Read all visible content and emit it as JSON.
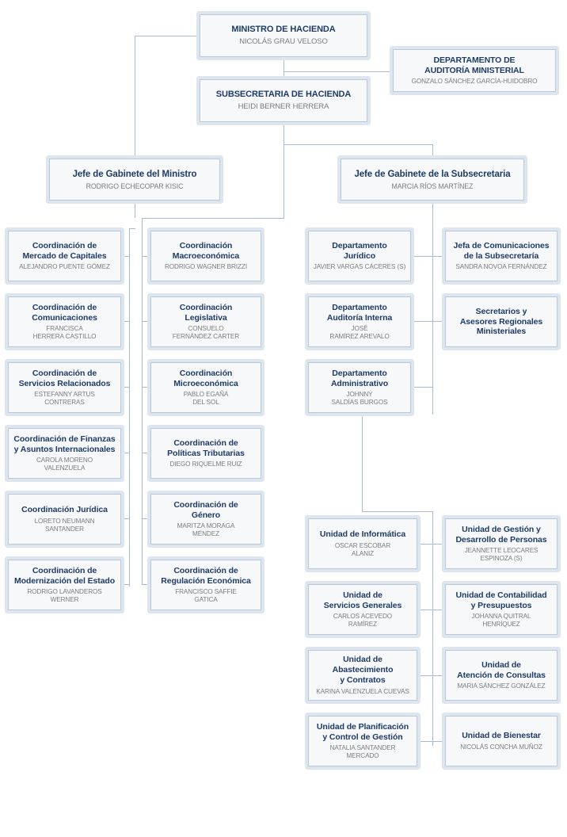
{
  "document": {
    "kind": "organizational-chart",
    "language": "es",
    "colors": {
      "box_fill": "#f7f8fa",
      "box_border": "#b9c7da",
      "box_halo": "#dde5ef",
      "title_text": "#1d3b66",
      "person_text": "#7b7b7b",
      "connector": "#a8bad3",
      "background": "#ffffff"
    }
  },
  "nodes": {
    "ministro": {
      "title": "MINISTRO DE HACIENDA",
      "person": "NICOLÁS GRAU VELOSO"
    },
    "auditoria_ministerial": {
      "title": "DEPARTAMENTO DE AUDITORÍA MINISTERIAL",
      "title_lines": [
        "DEPARTAMENTO DE",
        "AUDITORÍA MINISTERIAL"
      ],
      "person": "GONZALO SÁNCHEZ GARCÍA-HUIDOBRO"
    },
    "subsecretaria": {
      "title": "SUBSECRETARIA DE HACIENDA",
      "person": "HEIDI BERNER HERRERA"
    },
    "gabinete_ministro": {
      "title": "Jefe de Gabinete del Ministro",
      "person": "RODRIGO ECHECOPAR KISIC"
    },
    "gabinete_subsecretaria": {
      "title": "Jefe de Gabinete de la Subsecretaria",
      "person": "MARCIA RÍOS MARTÍNEZ"
    }
  },
  "coordinaciones_col1": [
    {
      "title_lines": [
        "Coordinación de",
        "Mercado de Capitales"
      ],
      "person_lines": [
        "ALEJANDRO PUENTE GÓMEZ"
      ]
    },
    {
      "title_lines": [
        "Coordinación de",
        "Comunicaciones"
      ],
      "person_lines": [
        "FRANCISCA",
        "HERRERA CASTILLO"
      ]
    },
    {
      "title_lines": [
        "Coordinación de",
        "Servicios Relacionados"
      ],
      "person_lines": [
        "ESTEFANNY ARTUS",
        "CONTRERAS"
      ]
    },
    {
      "title_lines": [
        "Coordinación de Finanzas",
        "y Asuntos Internacionales"
      ],
      "person_lines": [
        "CAROLA MORENO",
        "VALENZUELA"
      ]
    },
    {
      "title_lines": [
        "Coordinación Jurídica"
      ],
      "person_lines": [
        "LORETO NEUMANN",
        "SANTANDER"
      ]
    },
    {
      "title_lines": [
        "Coordinación de",
        "Modernización del Estado"
      ],
      "person_lines": [
        "RODRIGO LAVANDEROS",
        "WERNER"
      ]
    }
  ],
  "coordinaciones_col2": [
    {
      "title_lines": [
        "Coordinación",
        "Macroeconómica"
      ],
      "person_lines": [
        "RODRIGO WAGNER BRIZZI"
      ]
    },
    {
      "title_lines": [
        "Coordinación",
        "Legislativa"
      ],
      "person_lines": [
        "CONSUELO",
        "FERNÁNDEZ CARTER"
      ]
    },
    {
      "title_lines": [
        "Coordinación",
        "Microeconómica"
      ],
      "person_lines": [
        "PABLO EGAÑA",
        "DEL SOL"
      ]
    },
    {
      "title_lines": [
        "Coordinación de",
        "Políticas Tributarias"
      ],
      "person_lines": [
        "DIEGO RIQUELME RUIZ"
      ]
    },
    {
      "title_lines": [
        "Coordinación de",
        "Género"
      ],
      "person_lines": [
        "MARITZA MORAGA",
        "MÉNDEZ"
      ]
    },
    {
      "title_lines": [
        "Coordinación de",
        "Regulación Económica"
      ],
      "person_lines": [
        "FRANCISCO SAFFIE",
        "GATICA"
      ]
    }
  ],
  "departamentos": [
    {
      "title_lines": [
        "Departamento",
        "Jurídico"
      ],
      "person_lines": [
        "JAVIER VARGAS CÁCERES (S)"
      ]
    },
    {
      "title_lines": [
        "Departamento",
        "Auditoría Interna"
      ],
      "person_lines": [
        "JOSÉ",
        "RAMÍREZ AREVALO"
      ]
    },
    {
      "title_lines": [
        "Departamento",
        "Administrativo"
      ],
      "person_lines": [
        "JOHNNY",
        "SALDÍAS BURGOS"
      ]
    }
  ],
  "subsecretaria_staff": [
    {
      "title_lines": [
        "Jefa de Comunicaciones",
        "de la Subsecretaría"
      ],
      "person_lines": [
        "SANDRA NOVOA FERNÁNDEZ"
      ]
    },
    {
      "title_lines": [
        "Secretarios y",
        "Asesores Regionales",
        "Ministeriales"
      ],
      "person_lines": []
    }
  ],
  "unidades_col1": [
    {
      "title_lines": [
        "Unidad de Informática"
      ],
      "person_lines": [
        "OSCAR ESCOBAR",
        "ALANIZ"
      ]
    },
    {
      "title_lines": [
        "Unidad de",
        "Servicios Generales"
      ],
      "person_lines": [
        "CARLOS ACEVEDO",
        "RAMÍREZ"
      ]
    },
    {
      "title_lines": [
        "Unidad de",
        "Abastecimiento",
        "y Contratos"
      ],
      "person_lines": [
        "KARINA VALENZUELA CUEVAS"
      ]
    },
    {
      "title_lines": [
        "Unidad de Planificación",
        "y Control de Gestión"
      ],
      "person_lines": [
        "NATALIA SANTANDER",
        "MERCADO"
      ]
    }
  ],
  "unidades_col2": [
    {
      "title_lines": [
        "Unidad de Gestión y",
        "Desarrollo de Personas"
      ],
      "person_lines": [
        "JEANNETTE LEOCARES",
        "ESPINOZA (S)"
      ]
    },
    {
      "title_lines": [
        "Unidad de Contabilidad",
        "y Presupuestos"
      ],
      "person_lines": [
        "JOHANNA QUITRAL",
        "HENRÍQUEZ"
      ]
    },
    {
      "title_lines": [
        "Unidad de",
        "Atención de Consultas"
      ],
      "person_lines": [
        "MARIA SÁNCHEZ GONZÁLEZ"
      ]
    },
    {
      "title_lines": [
        "Unidad de Bienestar"
      ],
      "person_lines": [
        "NICOLÁS CONCHA MUÑOZ"
      ]
    }
  ]
}
